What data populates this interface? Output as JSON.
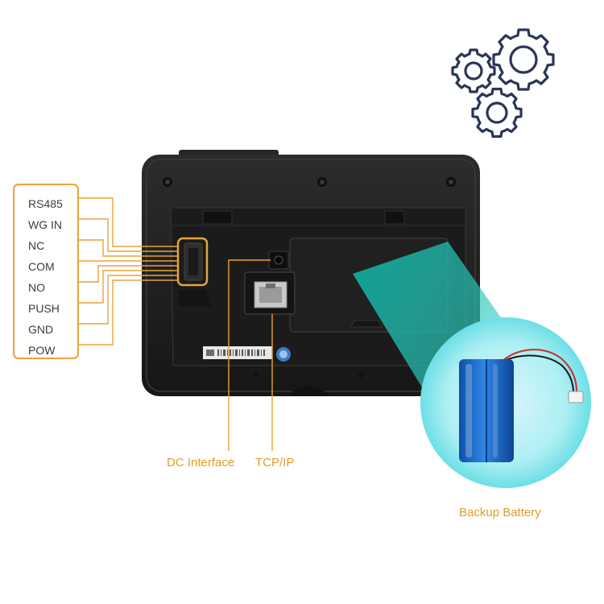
{
  "pins": [
    "RS485",
    "WG IN",
    "NC",
    "COM",
    "NO",
    "PUSH",
    "GND",
    "POW"
  ],
  "callouts": {
    "dc_interface": "DC Interface",
    "tcp_ip": "TCP/IP",
    "backup_battery": "Backup Battery"
  },
  "colors": {
    "accent_orange": "#e9a23b",
    "device_body": "#1f1f1f",
    "gear_navy": "#2b3558",
    "battery_blue": "#1769c9",
    "beam_teal": "#15c2b5"
  },
  "icons": [
    "gears-icon",
    "rj45-port-icon",
    "battery-icon"
  ]
}
